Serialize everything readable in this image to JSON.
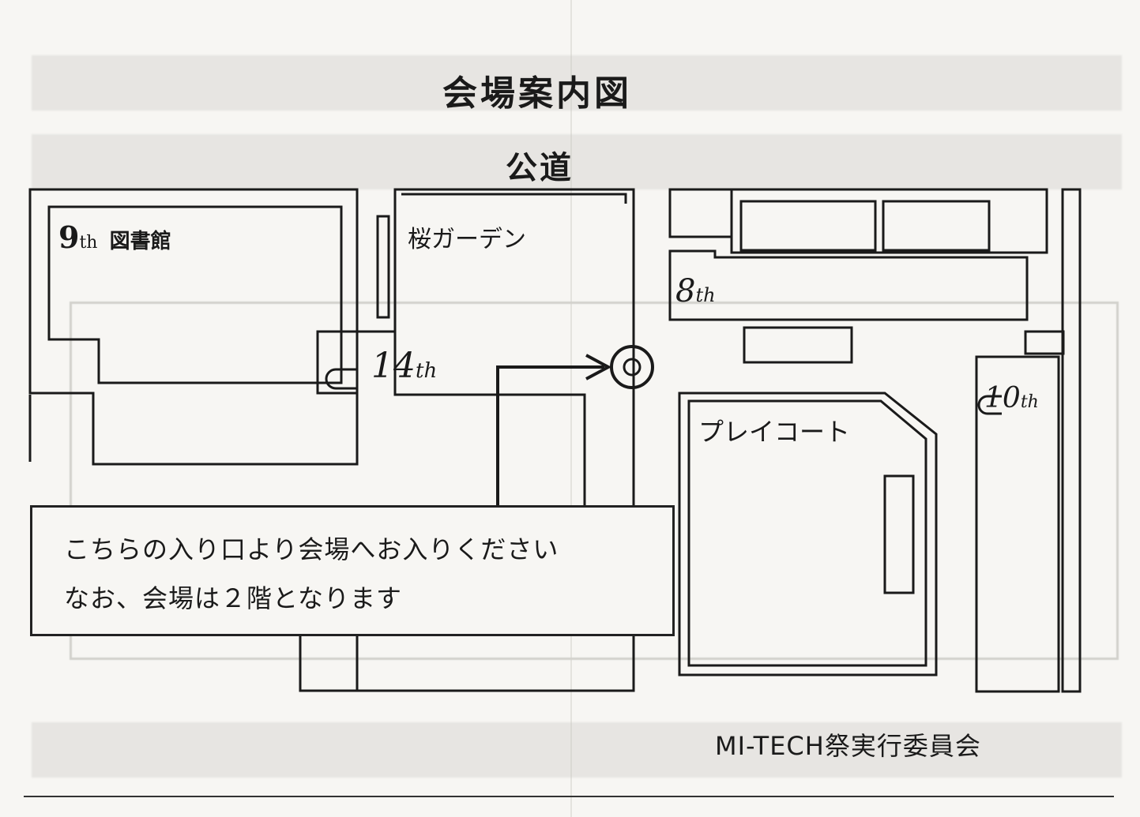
{
  "title": "会場案内図",
  "road_label": "公道",
  "buildings": {
    "b9": {
      "number": "9",
      "suffix": "th",
      "name": "図書館"
    },
    "garden": {
      "name": "桜ガーデン"
    },
    "b8": {
      "number": "8",
      "suffix": "th"
    },
    "b14": {
      "number": "14",
      "suffix": "th"
    },
    "b10": {
      "number": "10",
      "suffix": "th"
    },
    "court": {
      "name": "プレイコート"
    }
  },
  "notice": {
    "line1": "こちらの入り口より会場へお入りください",
    "line2": "なお、会場は２階となります"
  },
  "committee": "MI-TECH祭実行委員会",
  "colors": {
    "ink": "#1a1a1a",
    "paper": "#f7f6f3",
    "ghost": "#c9c8c3"
  },
  "icons": [
    "entrance-marker-icon",
    "arrow-icon"
  ]
}
